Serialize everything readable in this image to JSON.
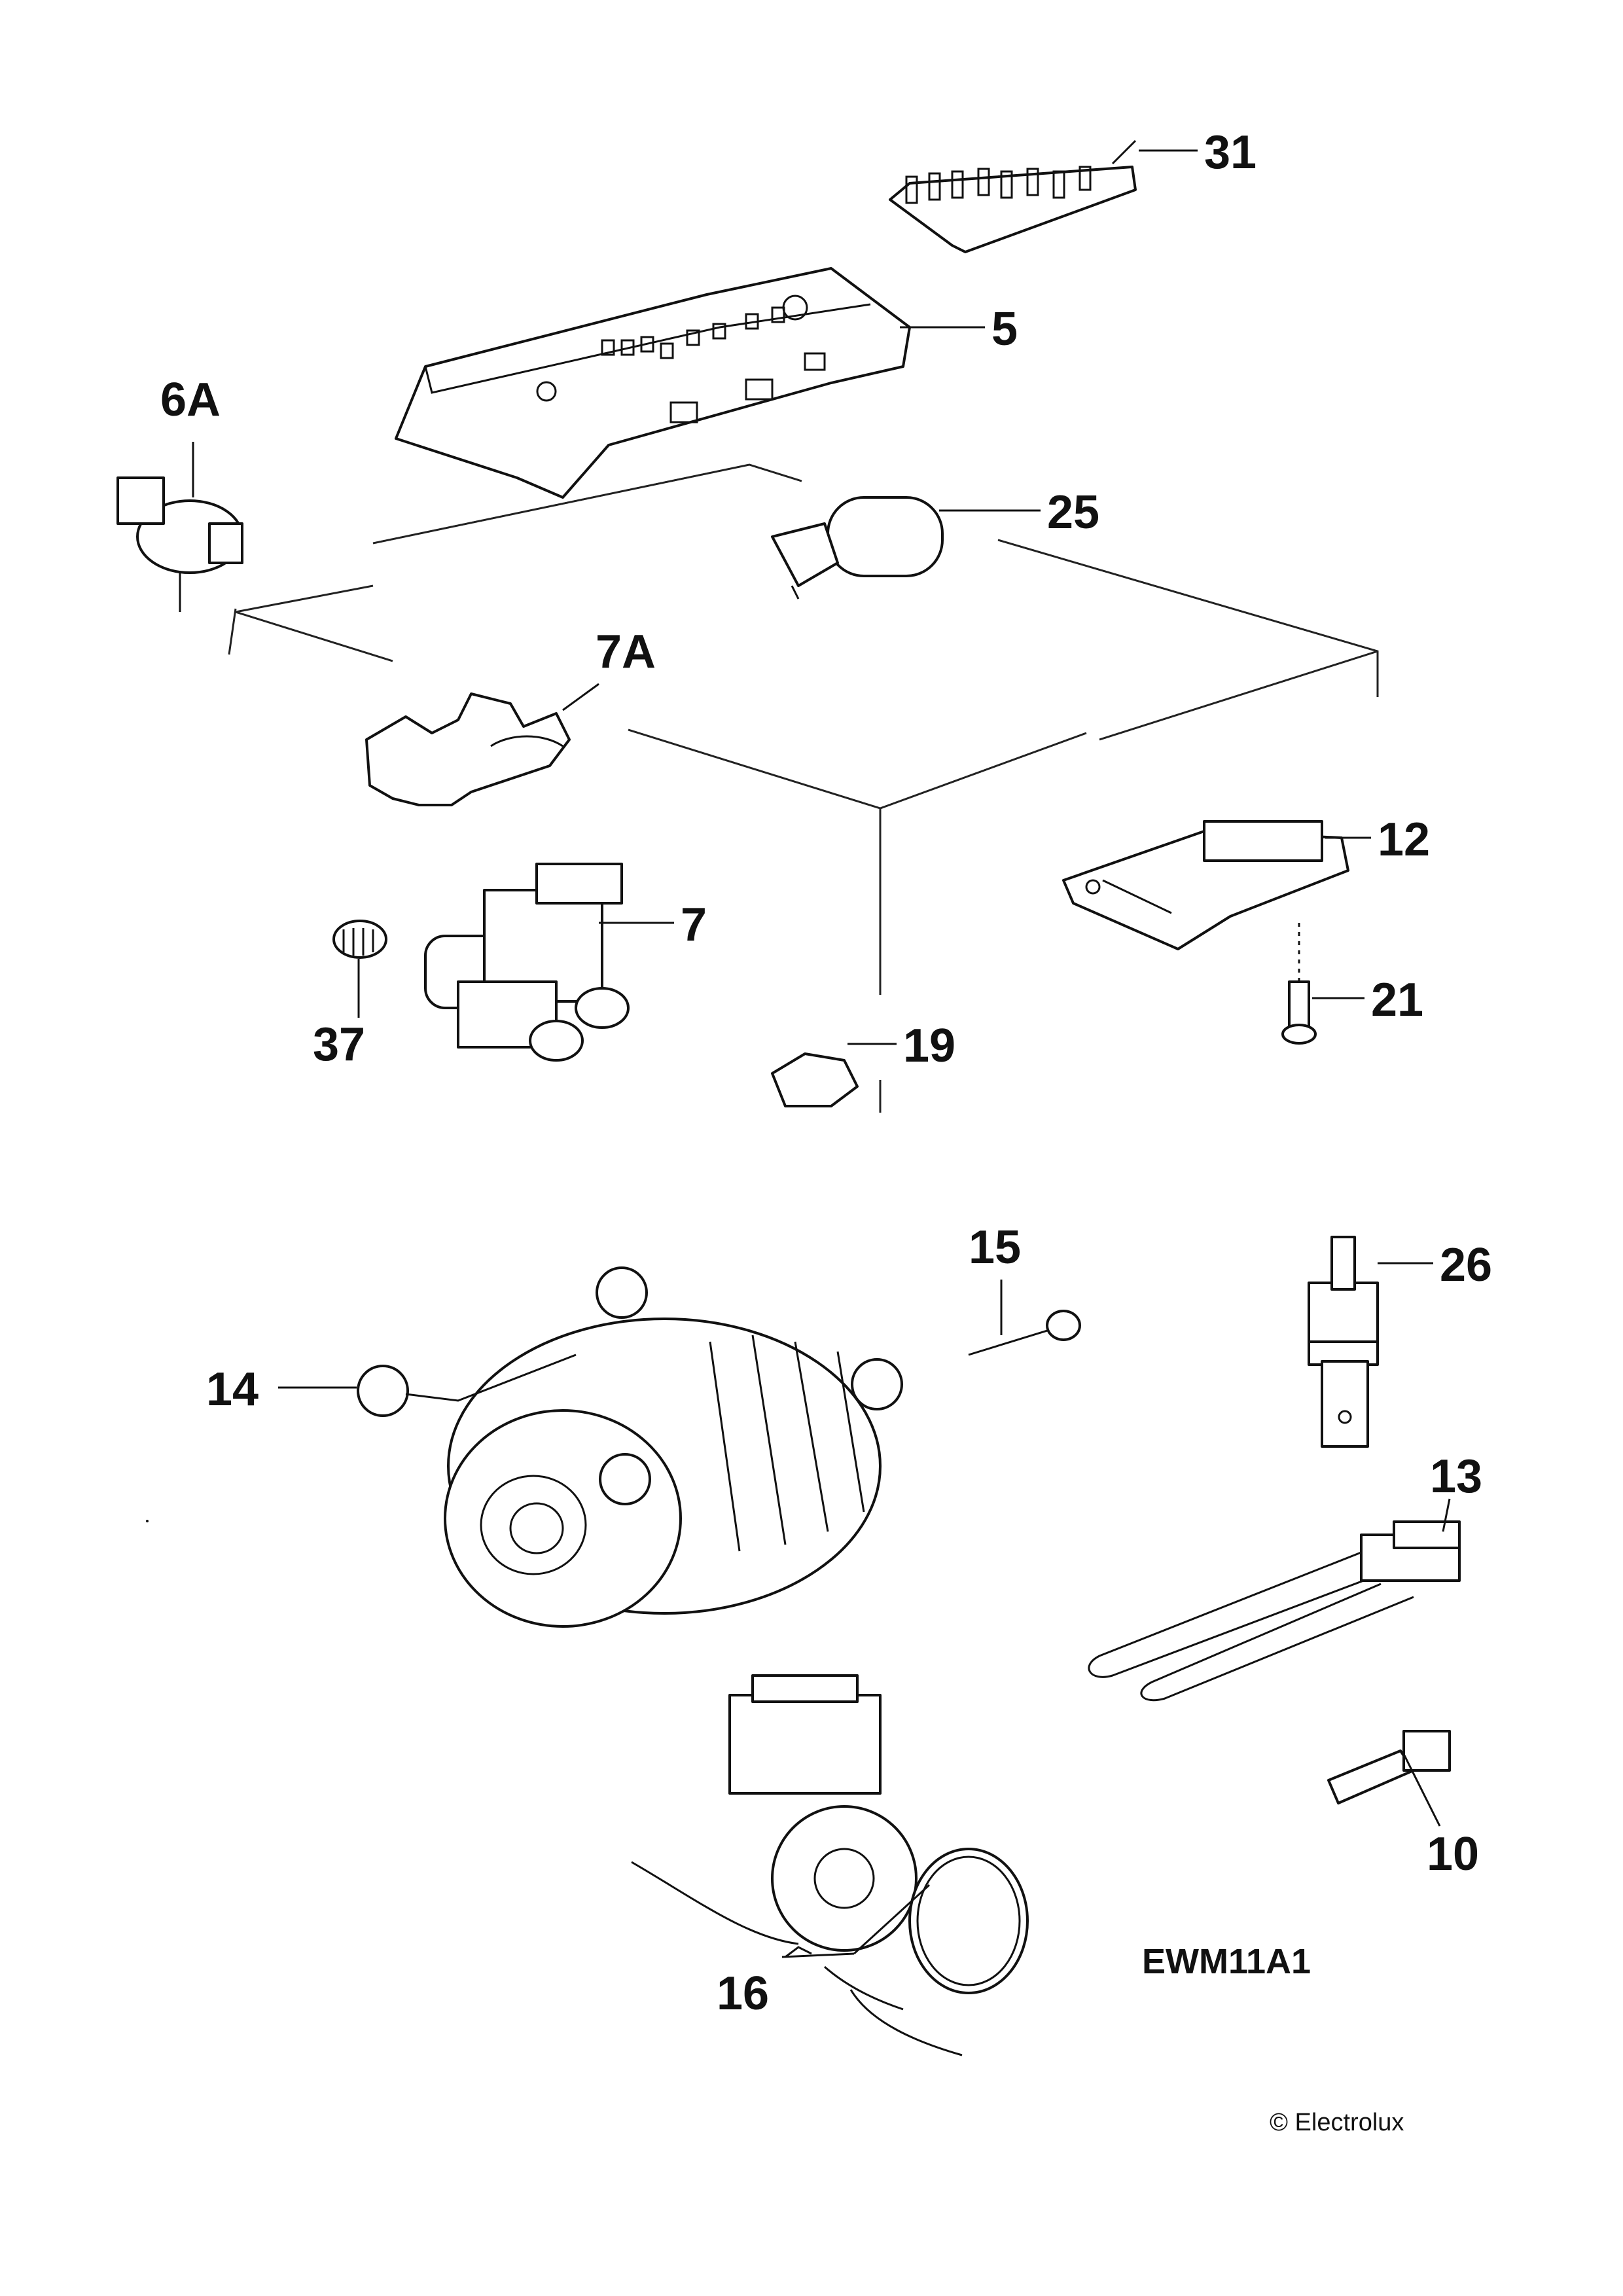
{
  "callouts": {
    "c31": "31",
    "c5": "5",
    "c6A": "6A",
    "c25": "25",
    "c7A": "7A",
    "c12": "12",
    "c7": "7",
    "c21": "21",
    "c37": "37",
    "c19": "19",
    "c15": "15",
    "c26": "26",
    "c14": "14",
    "c13": "13",
    "c10": "10",
    "c16": "16"
  },
  "model_code": "EWM11A1",
  "copyright": "© Electrolux"
}
